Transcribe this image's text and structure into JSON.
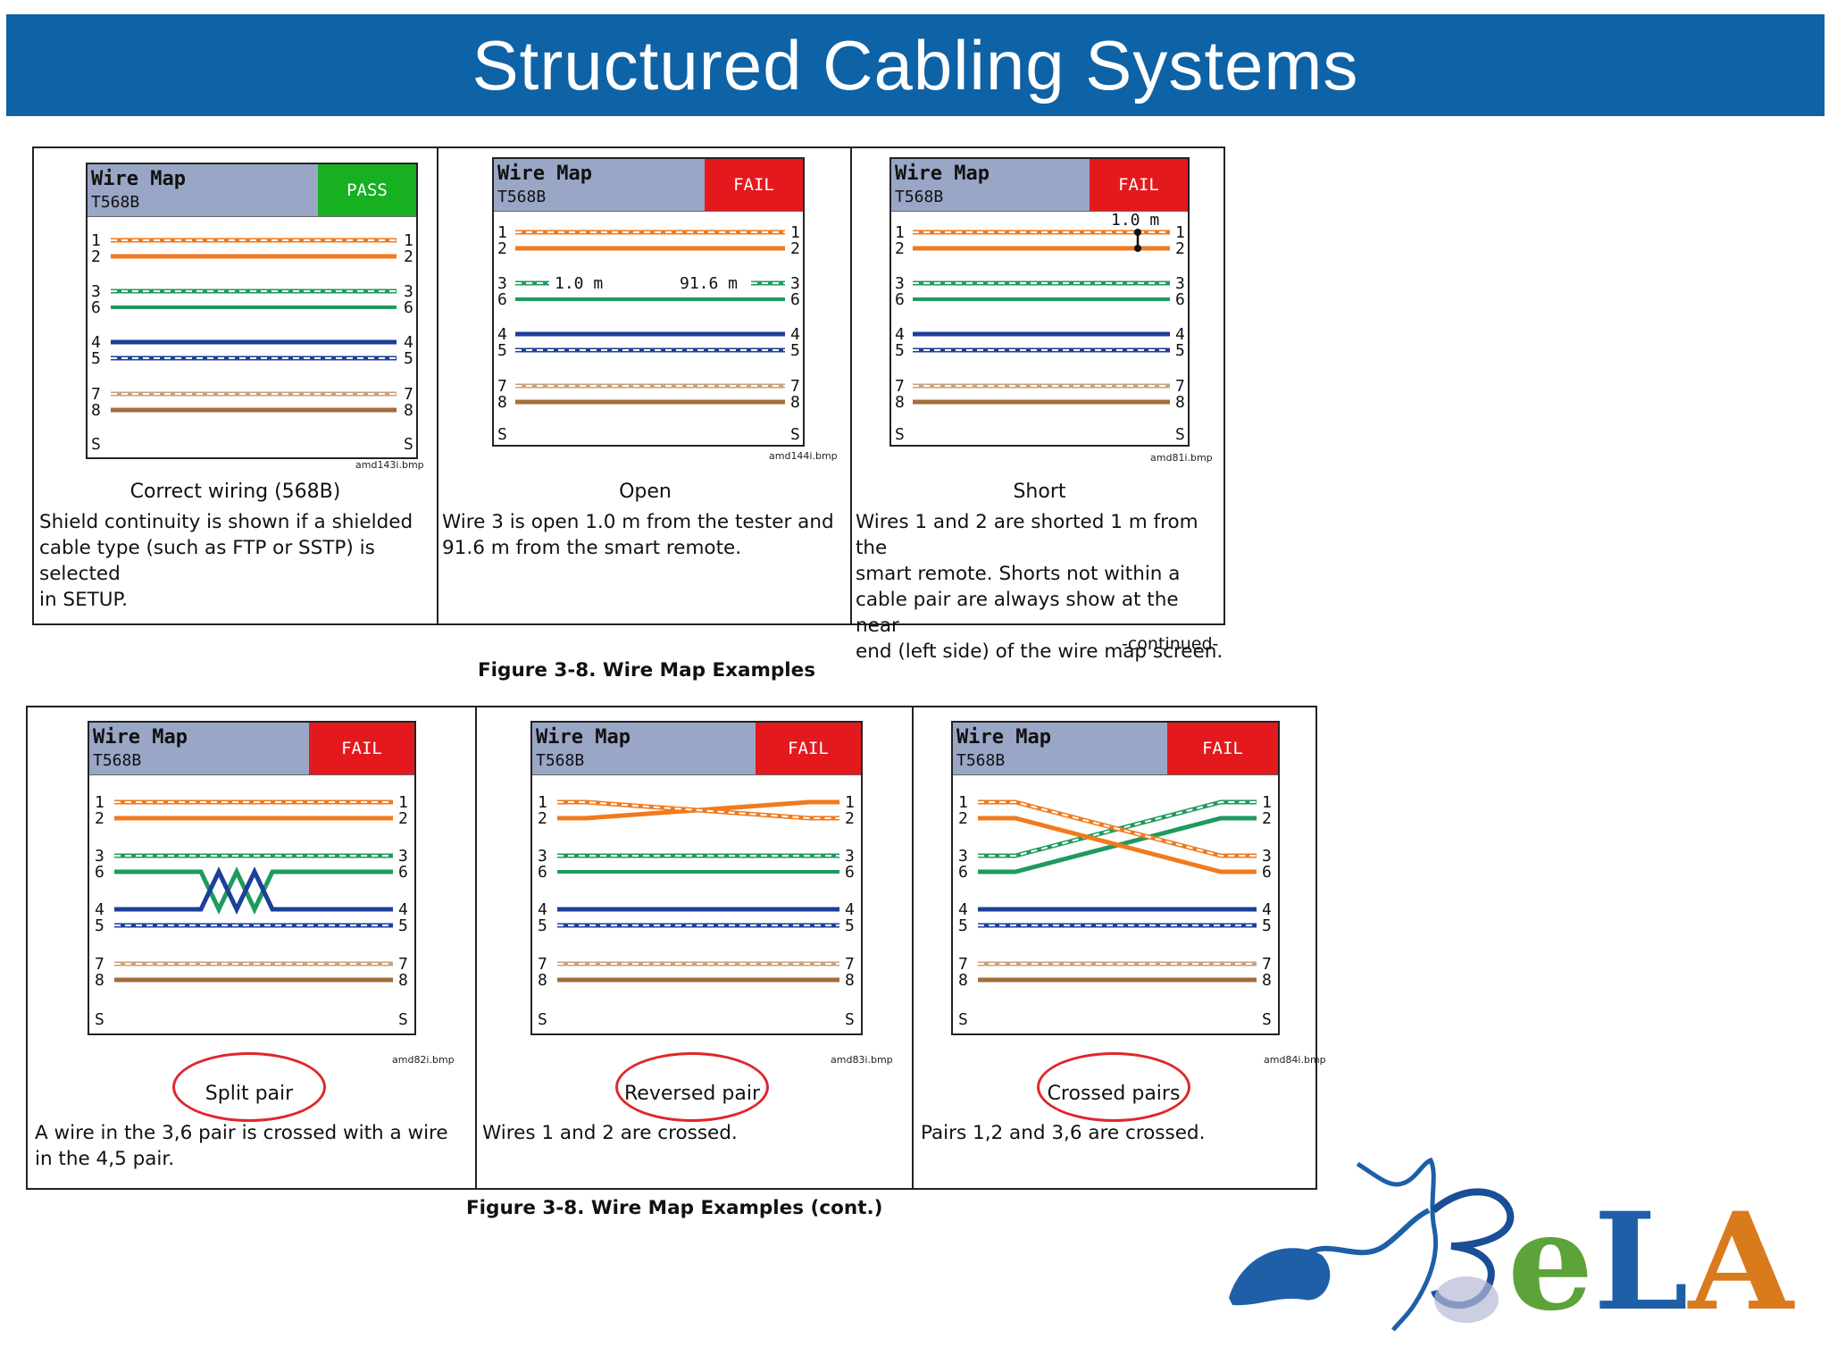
{
  "title": "Structured Cabling Systems",
  "figure_top": {
    "caption": "Figure 3-8. Wire Map Examples",
    "continued": "-continued-"
  },
  "figure_bottom": {
    "caption": "Figure 3-8. Wire Map Examples (cont.)"
  },
  "screen_header": {
    "title": "Wire Map",
    "standard": "T568B"
  },
  "status": {
    "pass": "PASS",
    "fail": "FAIL"
  },
  "colors": {
    "pass": "#16b020",
    "fail": "#e4191e",
    "banner": "#0e62a6",
    "circle": "#e0262a",
    "orange": "#f07a1d",
    "green": "#1f9a5e",
    "blue": "#1c3f9a",
    "brown": "#a36d3b"
  },
  "pin_labels": {
    "p1": "1",
    "p2": "2",
    "p3": "3",
    "p6": "6",
    "p4": "4",
    "p5": "5",
    "p7": "7",
    "p8": "8",
    "s": "S"
  },
  "panels": {
    "correct": {
      "file": "amd143i.bmp",
      "title": "Correct wiring (568B)",
      "lines": [
        "Shield continuity is shown if a shielded",
        "cable type (such as FTP or SSTP) is selected",
        "in SETUP."
      ]
    },
    "open": {
      "file": "amd144i.bmp",
      "title": "Open",
      "annot_left": "1.0 m",
      "annot_right": "91.6 m",
      "lines": [
        "Wire 3 is open 1.0 m from the tester and",
        "91.6 m from the smart remote."
      ]
    },
    "short": {
      "file": "amd81i.bmp",
      "title": "Short",
      "annot": "1.0 m",
      "lines": [
        "Wires 1 and 2 are shorted 1 m from the",
        "smart remote. Shorts not within a",
        "cable pair are always show at the near",
        "end (left side) of the wire map screen."
      ]
    },
    "split": {
      "file": "amd82i.bmp",
      "title": "Split pair",
      "lines": [
        "A wire in the 3,6 pair is crossed with a wire",
        "in the 4,5 pair."
      ]
    },
    "reversed": {
      "file": "amd83i.bmp",
      "title": "Reversed pair",
      "lines": [
        "Wires 1 and 2 are crossed."
      ]
    },
    "crossed": {
      "file": "amd84i.bmp",
      "title": "Crossed pairs",
      "lines": [
        "Pairs 1,2 and 3,6 are crossed."
      ]
    }
  },
  "logo": {
    "text": "eLA"
  }
}
